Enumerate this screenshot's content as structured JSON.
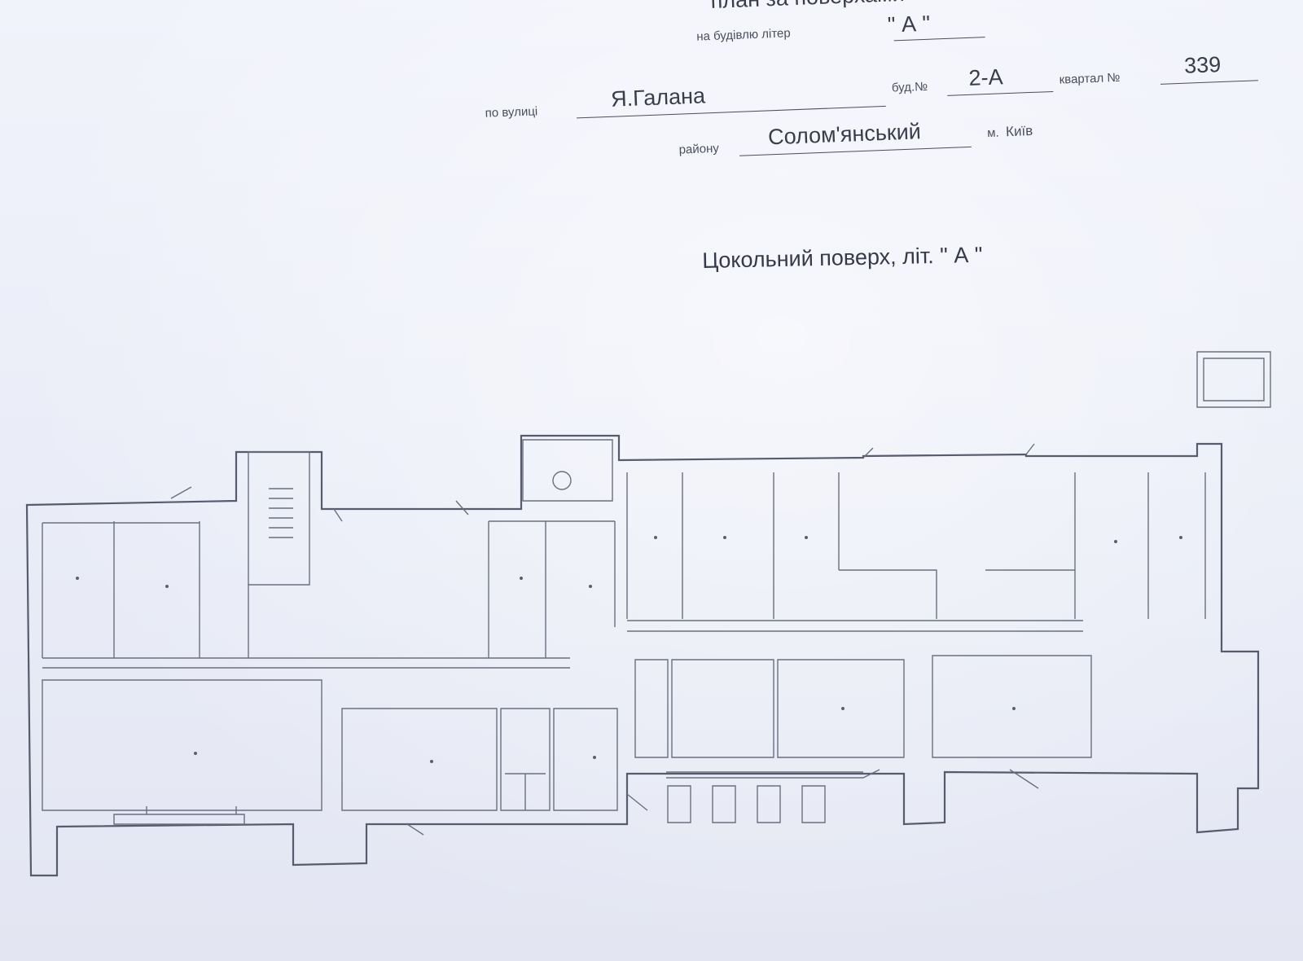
{
  "header": {
    "line1": "план за поверхами",
    "building_prefix": "на будівлю літер",
    "building_letter": "\" А \"",
    "street_prefix": "по вулиці",
    "street": "Я.Галана",
    "house_prefix": "буд.№",
    "house_number": "2-А",
    "quarter_prefix": "квартал №",
    "quarter_number": "339",
    "district_prefix": "району",
    "district": "Солом'янський",
    "city_prefix": "м.",
    "city": "Київ"
  },
  "floor_title": "Цокольний поверх, літ. \" А \"",
  "colors": {
    "paper": "#eceff8",
    "ink": "#565b6d"
  }
}
